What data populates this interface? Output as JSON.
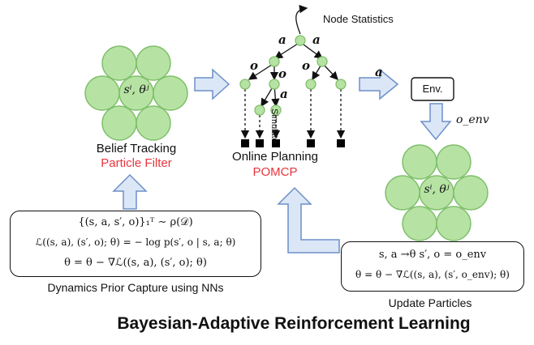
{
  "tree": {
    "root_label": "Node Statistics",
    "edge_a_left": "a",
    "edge_a_right": "a",
    "edge_o_left": "o",
    "edge_o_mid": "o",
    "edge_o_right": "o",
    "edge_a_inner": "a",
    "simulate": "Simulate"
  },
  "belief": {
    "particle_label": "sⁱ, θʲ",
    "title": "Belief Tracking",
    "subtitle": "Particle Filter"
  },
  "planning": {
    "title": "Online Planning",
    "subtitle": "POMCP"
  },
  "env": {
    "label": "Env.",
    "action": "a",
    "observation": "o_env"
  },
  "update": {
    "particle_label": "sⁱ, θʲ",
    "line1": "s, a →θ s′, o = o_env",
    "line2": "θ = θ − ∇ℒ((s, a), (s′, o_env); θ)",
    "caption": "Update Particles"
  },
  "prior": {
    "line1": "{(s, a, s′, o)}₁ᵀ ∼ ρ(𝒟)",
    "line2": "ℒ((s, a), (s′, o); θ) = − log p(s′, o | s, a; θ)",
    "line3": "θ = θ − ∇ℒ((s, a), (s′, o); θ)",
    "caption": "Dynamics Prior Capture using NNs"
  },
  "footer_title": "Bayesian-Adaptive Reinforcement Learning",
  "colors": {
    "particle_fill": "#b6e3a4",
    "particle_stroke": "#7fbf6a",
    "arrow_fill": "#dbe7f7",
    "arrow_stroke": "#6d8fc7",
    "accent_red": "#e8353c"
  }
}
